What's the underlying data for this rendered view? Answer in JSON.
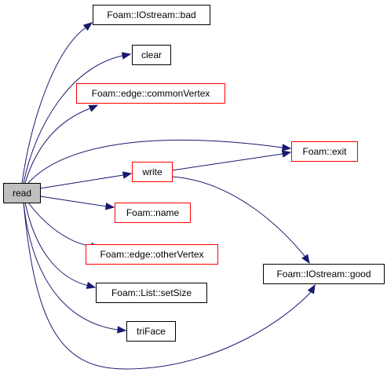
{
  "graph": {
    "nodes": [
      {
        "id": "read",
        "label": "read",
        "border": "#000000",
        "fill": "#bfbfbf"
      },
      {
        "id": "bad",
        "label": "Foam::IOstream::bad",
        "border": "#000000",
        "fill": "#ffffff"
      },
      {
        "id": "clear",
        "label": "clear",
        "border": "#000000",
        "fill": "#ffffff"
      },
      {
        "id": "commonVertex",
        "label": "Foam::edge::commonVertex",
        "border": "#ff0000",
        "fill": "#ffffff"
      },
      {
        "id": "exit",
        "label": "Foam::exit",
        "border": "#ff0000",
        "fill": "#ffffff"
      },
      {
        "id": "write",
        "label": "write",
        "border": "#ff0000",
        "fill": "#ffffff"
      },
      {
        "id": "name",
        "label": "Foam::name",
        "border": "#ff0000",
        "fill": "#ffffff"
      },
      {
        "id": "otherVertex",
        "label": "Foam::edge::otherVertex",
        "border": "#ff0000",
        "fill": "#ffffff"
      },
      {
        "id": "good",
        "label": "Foam::IOstream::good",
        "border": "#000000",
        "fill": "#ffffff"
      },
      {
        "id": "setSize",
        "label": "Foam::List::setSize",
        "border": "#000000",
        "fill": "#ffffff"
      },
      {
        "id": "triFace",
        "label": "triFace",
        "border": "#000000",
        "fill": "#ffffff"
      }
    ],
    "edges": [
      {
        "from": "read",
        "to": "bad"
      },
      {
        "from": "read",
        "to": "clear"
      },
      {
        "from": "read",
        "to": "commonVertex"
      },
      {
        "from": "read",
        "to": "exit"
      },
      {
        "from": "read",
        "to": "write"
      },
      {
        "from": "read",
        "to": "name"
      },
      {
        "from": "read",
        "to": "otherVertex"
      },
      {
        "from": "read",
        "to": "setSize"
      },
      {
        "from": "read",
        "to": "triFace"
      },
      {
        "from": "read",
        "to": "good"
      },
      {
        "from": "write",
        "to": "exit"
      },
      {
        "from": "write",
        "to": "good"
      }
    ],
    "edge_color": "#191970"
  }
}
